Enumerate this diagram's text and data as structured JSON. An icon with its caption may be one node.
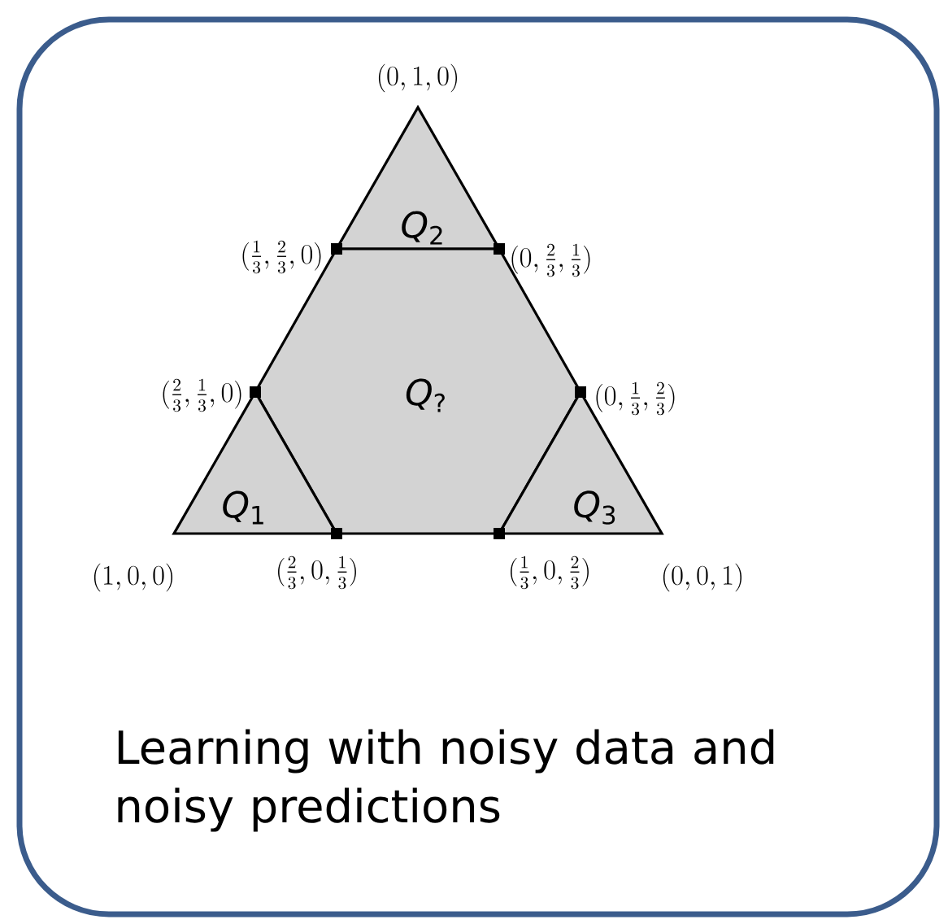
{
  "diagram": {
    "nodes": [
      {
        "text": [
          "Learning with noisy data and noisy predictions"
        ]
      },
      {
        "text": [
          "*Q*$_{2}$"
        ],
        "in": 0
      },
      {
        "text": [
          "*Q*$_{?}$"
        ],
        "in": 0
      },
      {
        "text": [
          "*Q*$_{1}$"
        ],
        "in": 0
      },
      {
        "text": [
          "*Q*$_{3}$"
        ],
        "in": 0
      }
    ],
    "labels": [
      "(0, 1, 0)",
      "(\\tfrac{1}{3}, \\tfrac{2}{3}, 0)",
      "(0, \\tfrac{2}{3}, \\tfrac{1}{3})",
      "(\\tfrac{2}{3}, \\tfrac{1}{3}, 0)",
      "(0, \\tfrac{1}{3}, \\tfrac{2}{3})",
      "(1, 0, 0)",
      "(\\tfrac{2}{3}, 0, \\tfrac{1}{3})",
      "(\\tfrac{1}{3}, 0, \\tfrac{2}{3})",
      "(0, 0, 1)"
    ]
  }
}
